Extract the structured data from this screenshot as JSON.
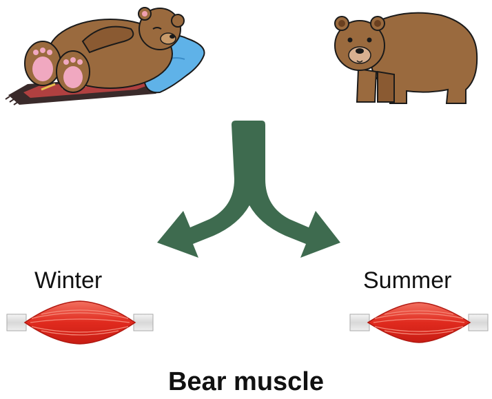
{
  "labels": {
    "winter": "Winter",
    "summer": "Summer"
  },
  "title": "Bear muscle",
  "colors": {
    "arrow": "#3e6b4f",
    "muscle": "#e03a2e",
    "bear_brown": "#9a6a3e",
    "pillow": "#5fb2e8"
  },
  "icons": {
    "sleeping_bear": "sleeping-bear-icon",
    "standing_bear": "standing-bear-icon",
    "split_arrow": "split-arrow-icon",
    "muscle": "muscle-fiber-icon"
  }
}
